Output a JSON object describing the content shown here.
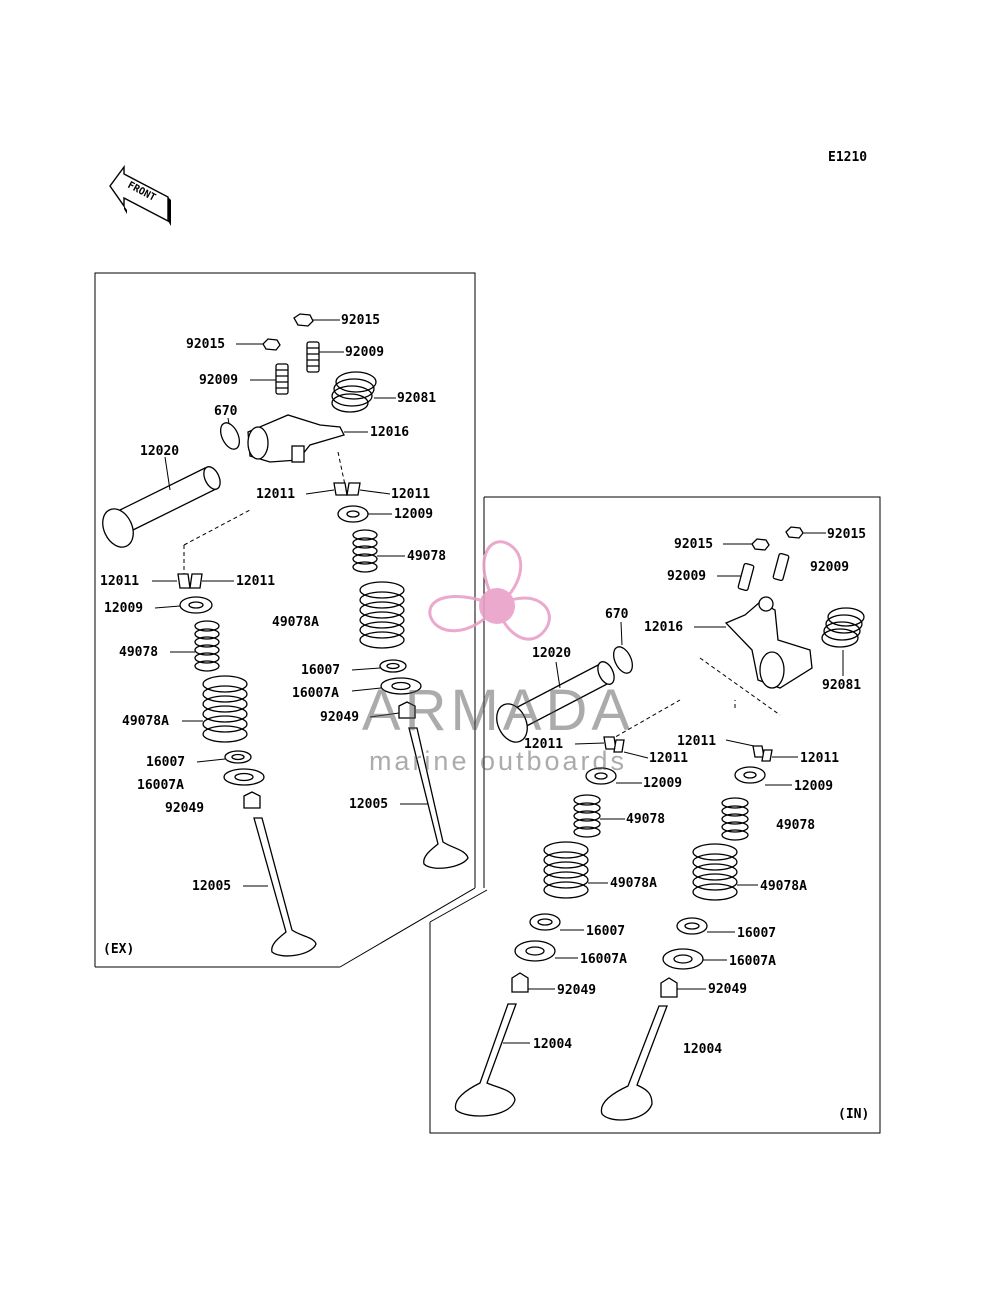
{
  "diagram_code": "E1210",
  "front_label": "FRONT",
  "exhaust_panel": {
    "tag": "(EX)",
    "labels": {
      "nut_top": "92015",
      "nut_left": "92015",
      "screw_right": "92009",
      "screw_left": "92009",
      "rocker_spring": "92081",
      "oring": "670",
      "rocker_arm": "12016",
      "rocker_shaft": "12020",
      "collet_a_left": "12011",
      "collet_a_right": "12011",
      "retainer_a": "12009",
      "inner_spring_a": "49078",
      "outer_spring_a": "49078A",
      "seat_a": "16007",
      "seat_a2": "16007A",
      "seal_a": "92049",
      "valve_a": "12005",
      "collet_b_left": "12011",
      "collet_b_right": "12011",
      "retainer_b": "12009",
      "inner_spring_b": "49078",
      "outer_spring_b": "49078A",
      "seat_b": "16007",
      "seat_b2": "16007A",
      "seal_b": "92049",
      "valve_b": "12005"
    }
  },
  "intake_panel": {
    "tag": "(IN)",
    "labels": {
      "nut_left": "92015",
      "nut_right": "92015",
      "screw_left": "92009",
      "screw_right": "92009",
      "oring": "670",
      "rocker_arm": "12016",
      "rocker_shaft": "12020",
      "rocker_spring": "92081",
      "collet_a_left": "12011",
      "collet_a_right": "12011",
      "retainer_a": "12009",
      "inner_spring_a": "49078",
      "outer_spring_a": "49078A",
      "seat_a": "16007",
      "seat_a2": "16007A",
      "seal_a": "92049",
      "valve_a": "12004",
      "collet_b_left": "12011",
      "collet_b_right": "12011",
      "retainer_b": "12009",
      "inner_spring_b": "49078",
      "outer_spring_b": "49078A",
      "seat_b": "16007",
      "seat_b2": "16007A",
      "seal_b": "92049",
      "valve_b": "12004"
    }
  },
  "watermark": {
    "brand": "ARMADA",
    "tagline": "marine outboards",
    "color": "#e8a0c8"
  }
}
